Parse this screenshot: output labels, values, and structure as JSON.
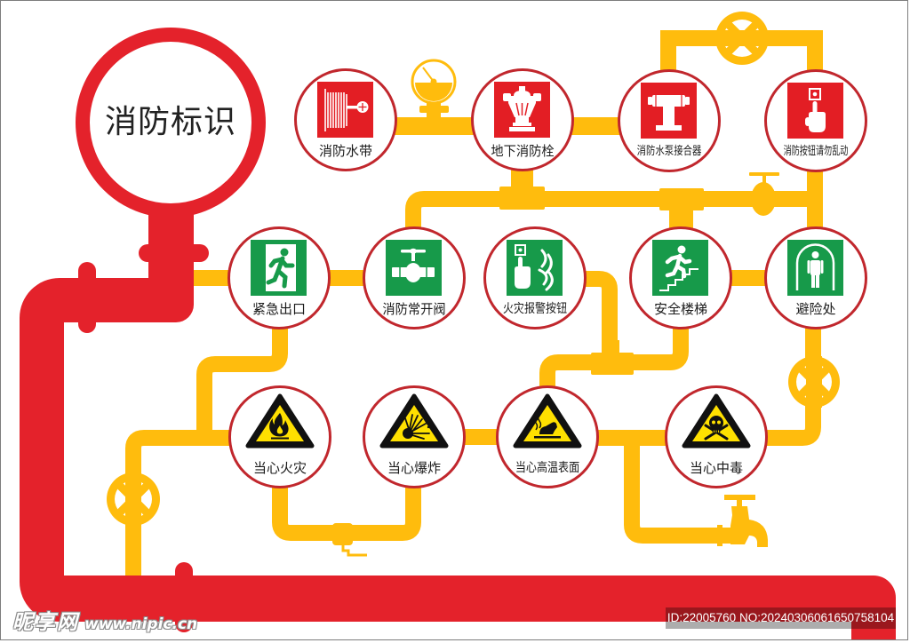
{
  "title": "消防标识",
  "colors": {
    "main_pipe_red": "#E4222B",
    "branch_pipe_yellow": "#FFBC0D",
    "ring_border": "#C1272D",
    "equipment_sign_red": "#E31E24",
    "evacuation_sign_green": "#179A4A",
    "warning_yellow": "#FFE000"
  },
  "signs": {
    "fire_equipment": [
      {
        "label": "消防水带",
        "icon": "fire-hose-reel-icon"
      },
      {
        "label": "地下消防栓",
        "icon": "underground-hydrant-icon"
      },
      {
        "label": "消防水泵接合器",
        "icon": "pump-connector-icon"
      },
      {
        "label": "消防按钮请勿乱动",
        "icon": "fire-push-button-icon"
      }
    ],
    "evacuation": [
      {
        "label": "紧急出口",
        "icon": "emergency-exit-icon"
      },
      {
        "label": "消防常开阀",
        "icon": "normally-open-valve-icon"
      },
      {
        "label": "火灾报警按钮",
        "icon": "fire-alarm-button-icon"
      },
      {
        "label": "安全楼梯",
        "icon": "safety-stairs-icon"
      },
      {
        "label": "避险处",
        "icon": "refuge-area-icon"
      }
    ],
    "warnings": [
      {
        "label": "当心火灾",
        "icon": "fire-warning-icon"
      },
      {
        "label": "当心爆炸",
        "icon": "explosion-warning-icon"
      },
      {
        "label": "当心高温表面",
        "icon": "hot-surface-warning-icon"
      },
      {
        "label": "当心中毒",
        "icon": "poison-warning-icon"
      }
    ]
  },
  "watermark": {
    "site_name": "昵享网",
    "site_url": "www.nipic.cn",
    "image_id": "ID:22005760 NO:20240306061650758104"
  }
}
